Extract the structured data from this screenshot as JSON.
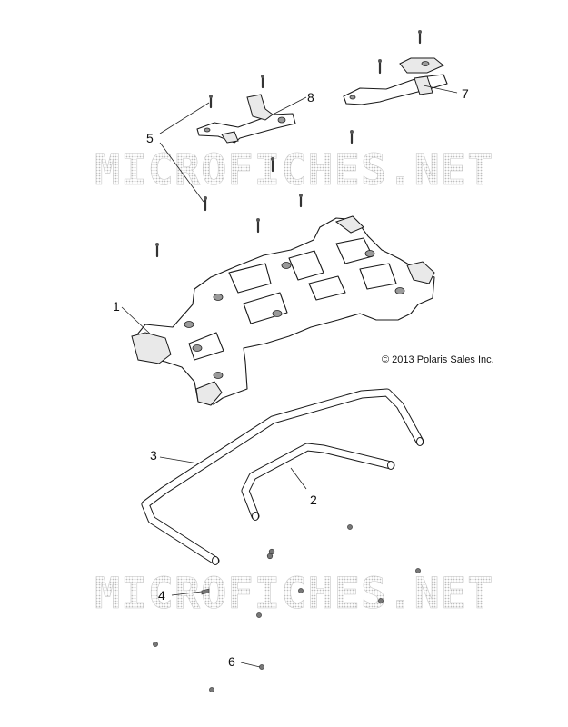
{
  "watermarks": [
    "MICROFICHES.NET",
    "MICROFICHES.NET"
  ],
  "copyright": "© 2013 Polaris Sales Inc.",
  "callouts": [
    "1",
    "2",
    "3",
    "4",
    "5",
    "6",
    "7",
    "8"
  ],
  "icons": {
    "bolt": "bolt-icon",
    "nut": "nut-icon"
  }
}
